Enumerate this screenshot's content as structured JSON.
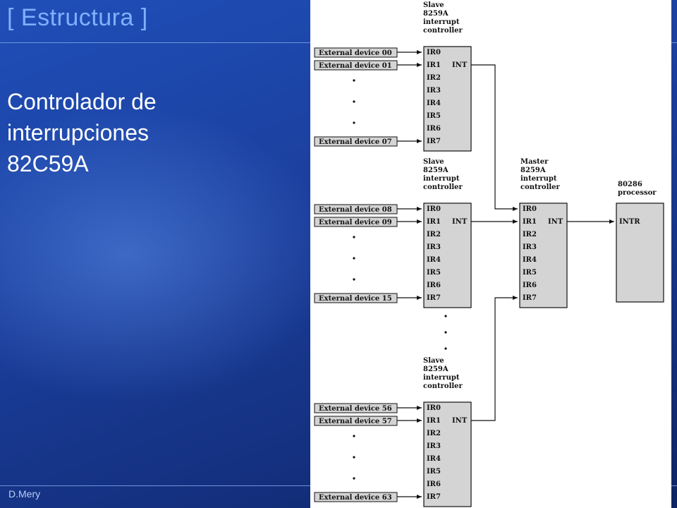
{
  "slide": {
    "title": "[ Estructura ]",
    "title_clip": "s",
    "body": "Controlador de\ninterrupciones\n82C59A",
    "footer": "D.Mery"
  },
  "diagram": {
    "slaves": [
      {
        "name": "slave-1",
        "label": [
          "Slave",
          "8259A",
          "interrupt",
          "controller"
        ],
        "devices": [
          "External device 00",
          "External device 01",
          "External device 07"
        ]
      },
      {
        "name": "slave-2",
        "label": [
          "Slave",
          "8259A",
          "interrupt",
          "controller"
        ],
        "devices": [
          "External device 08",
          "External device 09",
          "External device 15"
        ]
      },
      {
        "name": "slave-3",
        "label": [
          "Slave",
          "8259A",
          "interrupt",
          "controller"
        ],
        "devices": [
          "External device 56",
          "External device 57",
          "External device 63"
        ]
      }
    ],
    "master": {
      "label": [
        "Master",
        "8259A",
        "interrupt",
        "controller"
      ]
    },
    "processor": {
      "label": [
        "80286",
        "processor"
      ],
      "pin": "INTR"
    },
    "ir_lines": [
      "IR0",
      "IR1",
      "IR2",
      "IR3",
      "IR4",
      "IR5",
      "IR6",
      "IR7"
    ],
    "int_label": "INT"
  }
}
